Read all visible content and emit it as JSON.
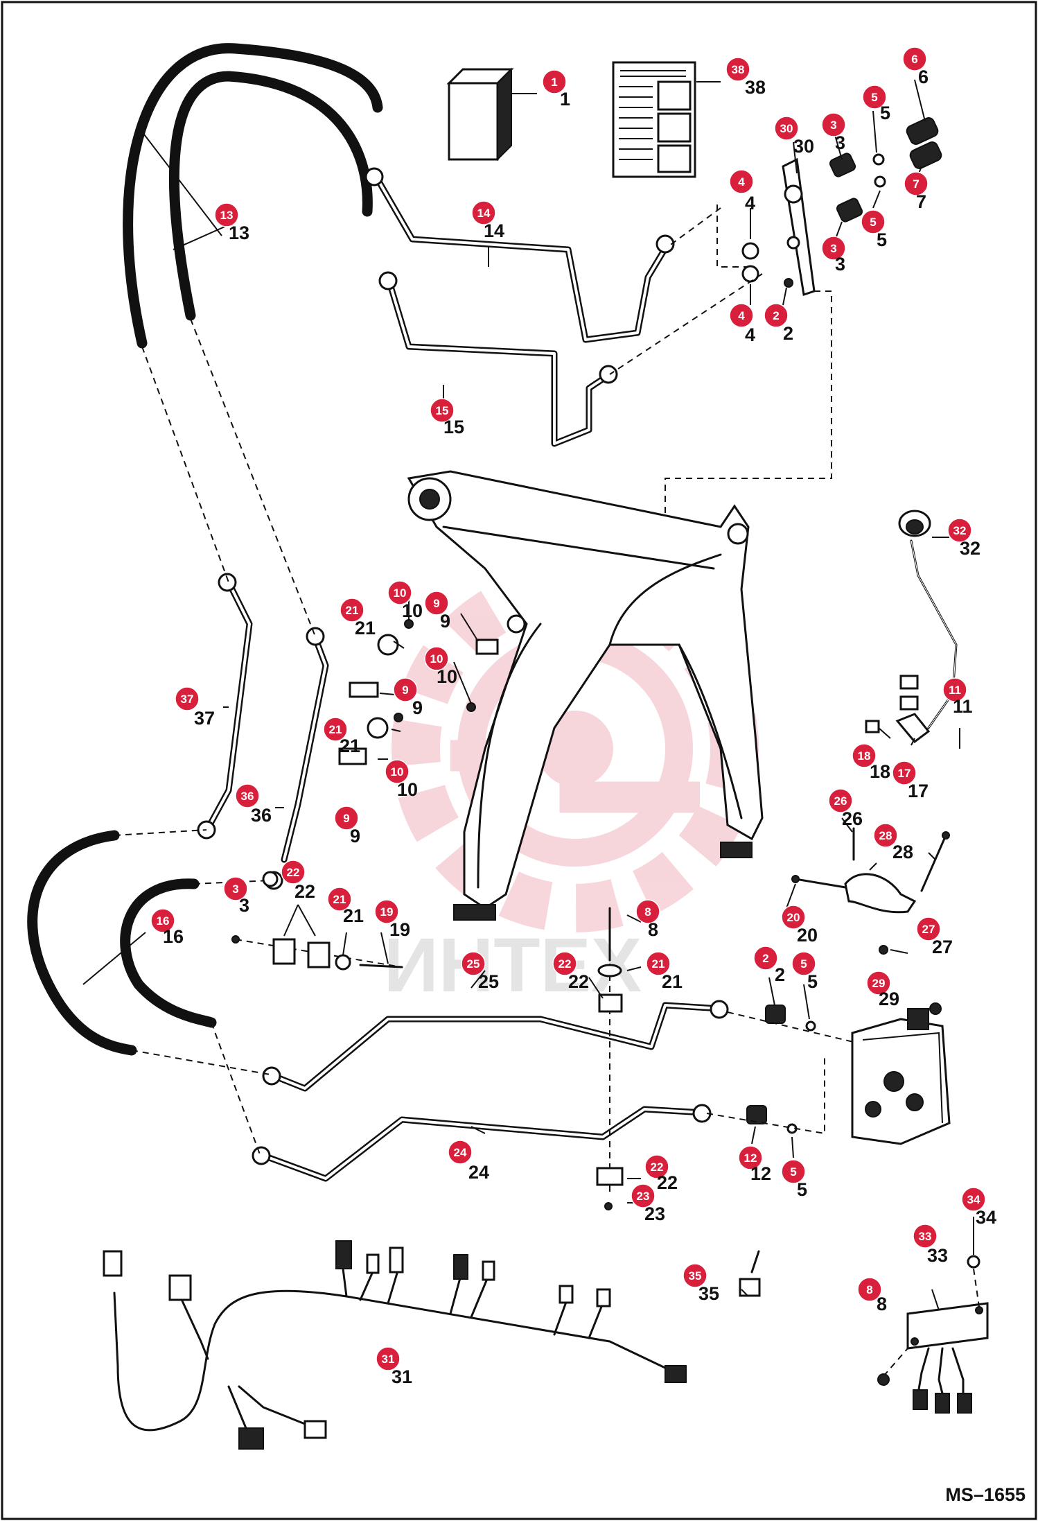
{
  "drawing_code": "MS–1655",
  "watermark": "ИНТЕХ",
  "marker_color": "#d8203c",
  "callouts": [
    {
      "n": "1"
    },
    {
      "n": "2"
    },
    {
      "n": "3"
    },
    {
      "n": "4"
    },
    {
      "n": "5"
    },
    {
      "n": "6"
    },
    {
      "n": "7"
    },
    {
      "n": "8"
    },
    {
      "n": "9"
    },
    {
      "n": "10"
    },
    {
      "n": "11"
    },
    {
      "n": "12"
    },
    {
      "n": "13"
    },
    {
      "n": "14"
    },
    {
      "n": "15"
    },
    {
      "n": "16"
    },
    {
      "n": "17"
    },
    {
      "n": "18"
    },
    {
      "n": "19"
    },
    {
      "n": "20"
    },
    {
      "n": "21"
    },
    {
      "n": "22"
    },
    {
      "n": "23"
    },
    {
      "n": "24"
    },
    {
      "n": "25"
    },
    {
      "n": "26"
    },
    {
      "n": "27"
    },
    {
      "n": "28"
    },
    {
      "n": "29"
    },
    {
      "n": "30"
    },
    {
      "n": "31"
    },
    {
      "n": "32"
    },
    {
      "n": "33"
    },
    {
      "n": "34"
    },
    {
      "n": "35"
    },
    {
      "n": "36"
    },
    {
      "n": "37"
    },
    {
      "n": "38"
    }
  ]
}
